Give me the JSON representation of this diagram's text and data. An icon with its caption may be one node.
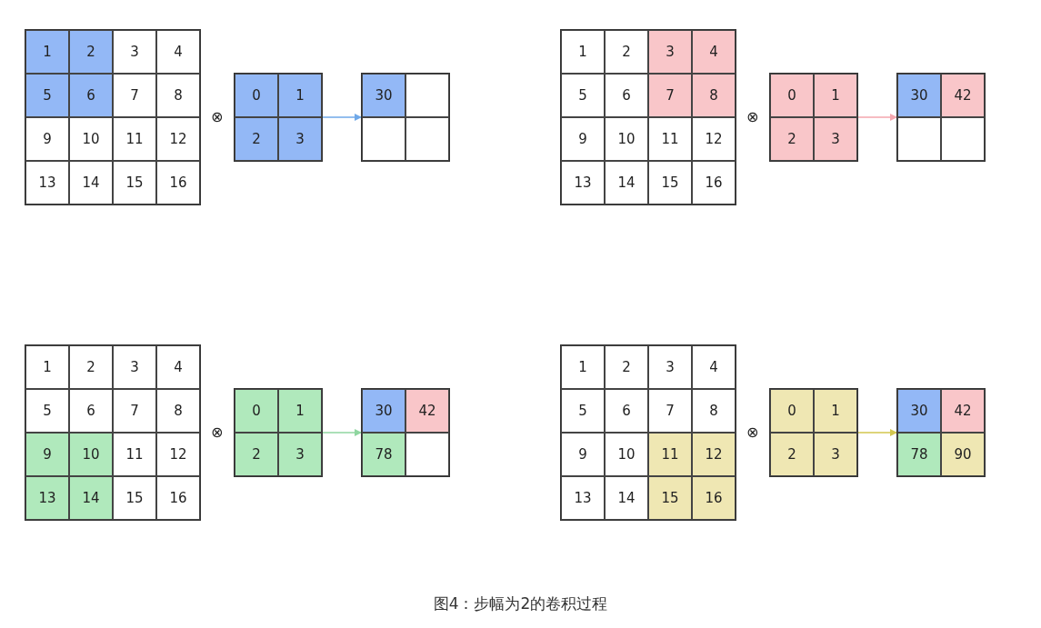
{
  "diagram": {
    "caption": "图4：步幅为2的卷积过程",
    "nodes": [
      {
        "text": [],
        "shape": "box"
      },
      {
        "text": [
          "1"
        ],
        "in": 0
      },
      {
        "text": [
          "2"
        ],
        "in": 0
      },
      {
        "text": [
          "3"
        ],
        "in": 0
      },
      {
        "text": [
          "4"
        ],
        "in": 0
      },
      {
        "text": [
          "5"
        ],
        "in": 0
      },
      {
        "text": [
          "6"
        ],
        "in": 0
      },
      {
        "text": [
          "7"
        ],
        "in": 0
      },
      {
        "text": [
          "8"
        ],
        "in": 0
      },
      {
        "text": [
          "9"
        ],
        "in": 0
      },
      {
        "text": [
          "10"
        ],
        "in": 0
      },
      {
        "text": [
          "11"
        ],
        "in": 0
      },
      {
        "text": [
          "12"
        ],
        "in": 0
      },
      {
        "text": [
          "13"
        ],
        "in": 0
      },
      {
        "text": [
          "14"
        ],
        "in": 0
      },
      {
        "text": [
          "15"
        ],
        "in": 0
      },
      {
        "text": [
          "16"
        ],
        "in": 0
      },
      {
        "text": [],
        "shape": "box"
      },
      {
        "text": [
          "0"
        ],
        "in": 17
      },
      {
        "text": [
          "1"
        ],
        "in": 17
      },
      {
        "text": [
          "2"
        ],
        "in": 17
      },
      {
        "text": [
          "3"
        ],
        "in": 17
      },
      {
        "text": [],
        "shape": "box"
      },
      {
        "text": [
          "30"
        ],
        "in": 22
      },
      {
        "text": [],
        "shape": "box",
        "in": 22
      },
      {
        "text": [],
        "shape": "box",
        "in": 22
      },
      {
        "text": [],
        "shape": "box",
        "in": 22
      },
      {
        "text": [],
        "shape": "box"
      },
      {
        "text": [
          "1"
        ],
        "in": 27
      },
      {
        "text": [
          "2"
        ],
        "in": 27
      },
      {
        "text": [
          "3"
        ],
        "in": 27
      },
      {
        "text": [
          "4"
        ],
        "in": 27
      },
      {
        "text": [
          "5"
        ],
        "in": 27
      },
      {
        "text": [
          "6"
        ],
        "in": 27
      },
      {
        "text": [
          "7"
        ],
        "in": 27
      },
      {
        "text": [
          "8"
        ],
        "in": 27
      },
      {
        "text": [
          "9"
        ],
        "in": 27
      },
      {
        "text": [
          "10"
        ],
        "in": 27
      },
      {
        "text": [
          "11"
        ],
        "in": 27
      },
      {
        "text": [
          "12"
        ],
        "in": 27
      },
      {
        "text": [
          "13"
        ],
        "in": 27
      },
      {
        "text": [
          "14"
        ],
        "in": 27
      },
      {
        "text": [
          "15"
        ],
        "in": 27
      },
      {
        "text": [
          "16"
        ],
        "in": 27
      },
      {
        "text": [],
        "shape": "box"
      },
      {
        "text": [
          "0"
        ],
        "in": 44
      },
      {
        "text": [
          "1"
        ],
        "in": 44
      },
      {
        "text": [
          "2"
        ],
        "in": 44
      },
      {
        "text": [
          "3"
        ],
        "in": 44
      },
      {
        "text": [],
        "shape": "box"
      },
      {
        "text": [
          "30"
        ],
        "in": 49
      },
      {
        "text": [
          "42"
        ],
        "in": 49
      },
      {
        "text": [],
        "shape": "box",
        "in": 49
      },
      {
        "text": [],
        "shape": "box",
        "in": 49
      },
      {
        "text": [],
        "shape": "box"
      },
      {
        "text": [
          "1"
        ],
        "in": 54
      },
      {
        "text": [
          "2"
        ],
        "in": 54
      },
      {
        "text": [
          "3"
        ],
        "in": 54
      },
      {
        "text": [
          "4"
        ],
        "in": 54
      },
      {
        "text": [
          "5"
        ],
        "in": 54
      },
      {
        "text": [
          "6"
        ],
        "in": 54
      },
      {
        "text": [
          "7"
        ],
        "in": 54
      },
      {
        "text": [
          "8"
        ],
        "in": 54
      },
      {
        "text": [
          "9"
        ],
        "in": 54
      },
      {
        "text": [
          "10"
        ],
        "in": 54
      },
      {
        "text": [
          "11"
        ],
        "in": 54
      },
      {
        "text": [
          "12"
        ],
        "in": 54
      },
      {
        "text": [
          "13"
        ],
        "in": 54
      },
      {
        "text": [
          "14"
        ],
        "in": 54
      },
      {
        "text": [
          "15"
        ],
        "in": 54
      },
      {
        "text": [
          "16"
        ],
        "in": 54
      },
      {
        "text": [],
        "shape": "box"
      },
      {
        "text": [
          "0"
        ],
        "in": 71
      },
      {
        "text": [
          "1"
        ],
        "in": 71
      },
      {
        "text": [
          "2"
        ],
        "in": 71
      },
      {
        "text": [
          "3"
        ],
        "in": 71
      },
      {
        "text": [],
        "shape": "box"
      },
      {
        "text": [
          "30"
        ],
        "in": 76
      },
      {
        "text": [
          "42"
        ],
        "in": 76
      },
      {
        "text": [
          "78"
        ],
        "in": 76
      },
      {
        "text": [],
        "shape": "box",
        "in": 76
      },
      {
        "text": [],
        "shape": "box"
      },
      {
        "text": [
          "1"
        ],
        "in": 81
      },
      {
        "text": [
          "2"
        ],
        "in": 81
      },
      {
        "text": [
          "3"
        ],
        "in": 81
      },
      {
        "text": [
          "4"
        ],
        "in": 81
      },
      {
        "text": [
          "5"
        ],
        "in": 81
      },
      {
        "text": [
          "6"
        ],
        "in": 81
      },
      {
        "text": [
          "7"
        ],
        "in": 81
      },
      {
        "text": [
          "8"
        ],
        "in": 81
      },
      {
        "text": [
          "9"
        ],
        "in": 81
      },
      {
        "text": [
          "10"
        ],
        "in": 81
      },
      {
        "text": [
          "11"
        ],
        "in": 81
      },
      {
        "text": [
          "12"
        ],
        "in": 81
      },
      {
        "text": [
          "13"
        ],
        "in": 81
      },
      {
        "text": [
          "14"
        ],
        "in": 81
      },
      {
        "text": [
          "15"
        ],
        "in": 81
      },
      {
        "text": [
          "16"
        ],
        "in": 81
      },
      {
        "text": [],
        "shape": "box"
      },
      {
        "text": [
          "0"
        ],
        "in": 98
      },
      {
        "text": [
          "1"
        ],
        "in": 98
      },
      {
        "text": [
          "2"
        ],
        "in": 98
      },
      {
        "text": [
          "3"
        ],
        "in": 98
      },
      {
        "text": [],
        "shape": "box"
      },
      {
        "text": [
          "30"
        ],
        "in": 103
      },
      {
        "text": [
          "42"
        ],
        "in": 103
      },
      {
        "text": [
          "78"
        ],
        "in": 103
      },
      {
        "text": [
          "90"
        ],
        "in": 103
      }
    ],
    "edges": [
      {
        "from": 17,
        "to": 22,
        "arrow": "to",
        "color": "#6fa8e8"
      },
      {
        "from": 44,
        "to": 49,
        "arrow": "to",
        "color": "#f4a6ae"
      },
      {
        "from": 71,
        "to": 76,
        "arrow": "to",
        "color": "#8fd6a0"
      },
      {
        "from": 98,
        "to": 103,
        "arrow": "to",
        "color": "#d2c64e"
      }
    ],
    "labels": [
      "⊗",
      "⊗",
      "⊗",
      "⊗"
    ]
  }
}
